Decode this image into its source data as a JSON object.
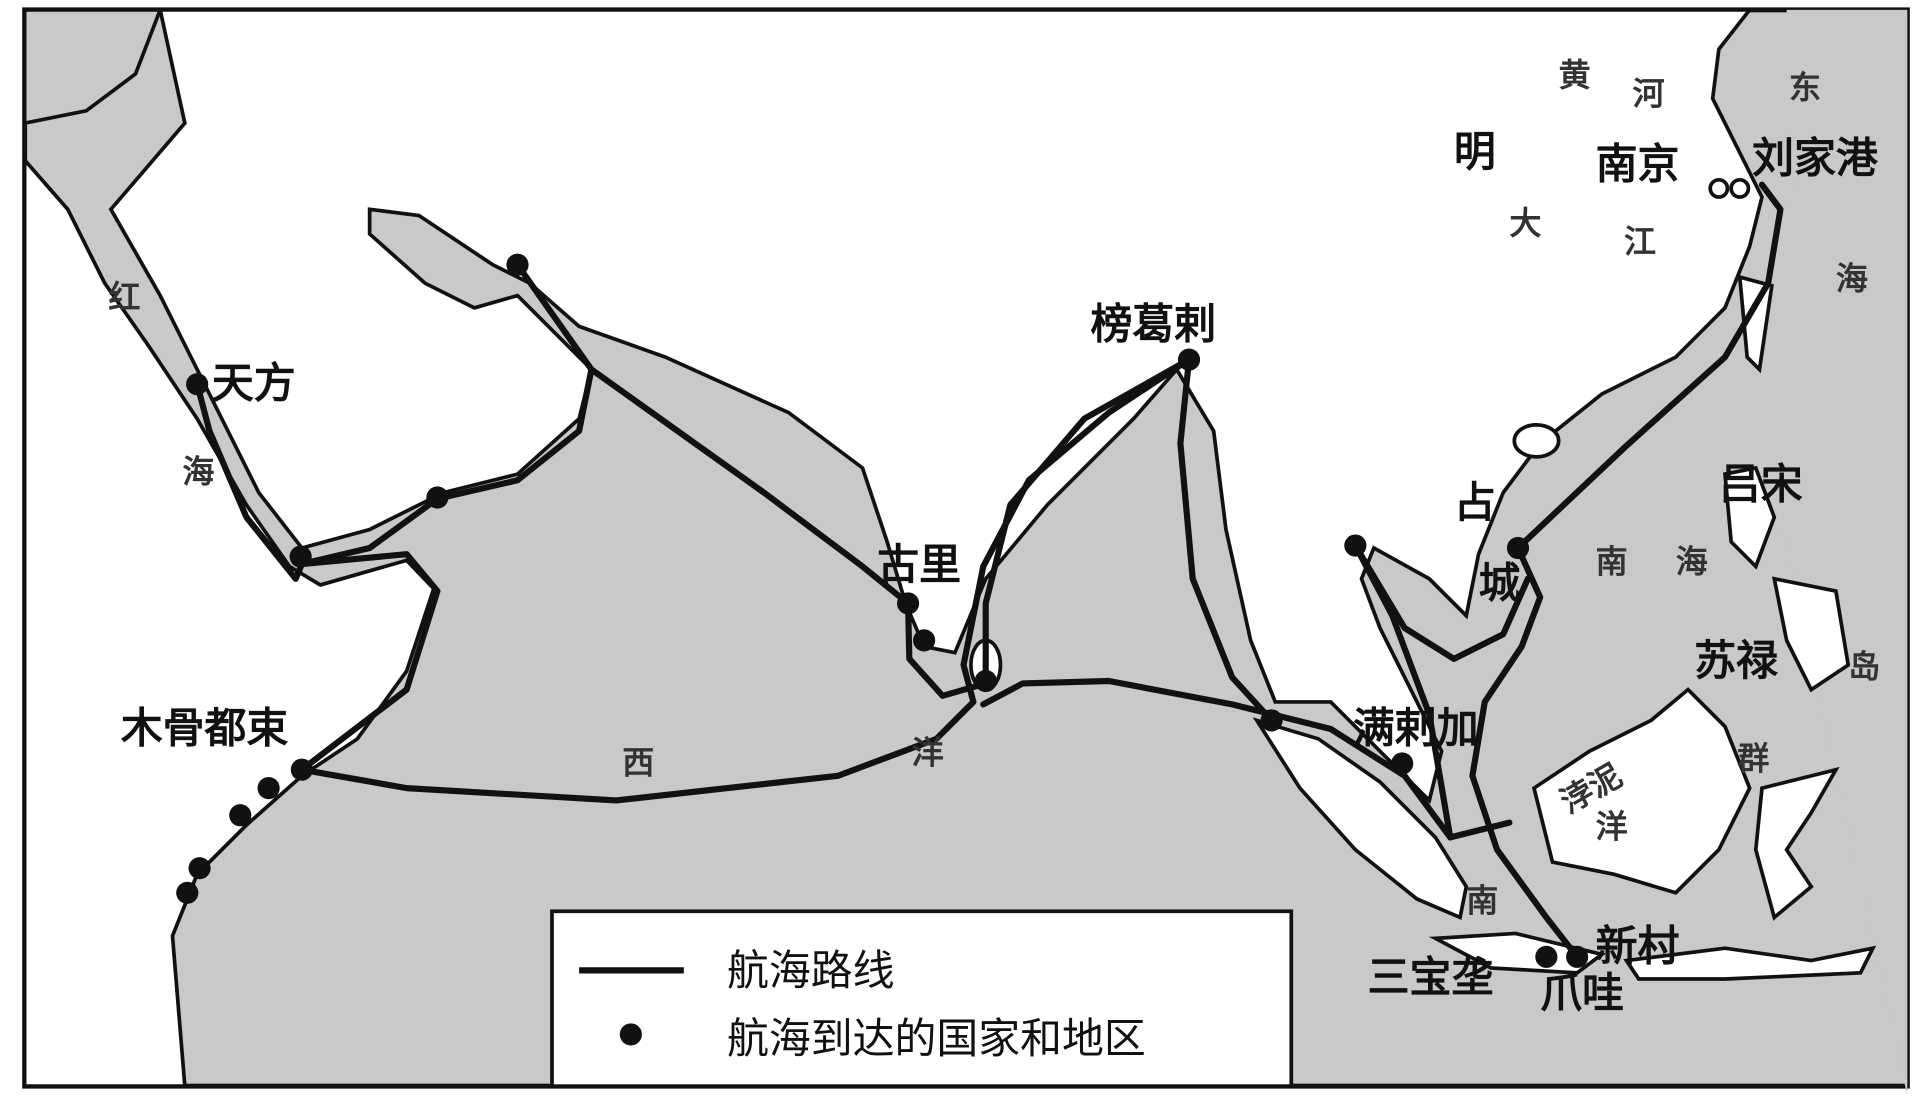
{
  "map": {
    "title": "郑和下西洋航海路线",
    "colors": {
      "sea": "#c9c9c9",
      "land": "#ffffff",
      "route": "#111111"
    },
    "places": {
      "nanjing": "南京",
      "liujiagang": "刘家港",
      "ming": "明",
      "bengal": "榜葛剌",
      "calicut": "古里",
      "mecca": "天方",
      "mogadishu": "木骨都束",
      "malacca": "满剌加",
      "champa_1": "占",
      "champa_2": "城",
      "luzon": "吕宋",
      "sulu": "苏禄",
      "brunei": "浡泥",
      "semarang": "三宝垄",
      "xincun": "新村",
      "java": "爪哇"
    },
    "water_labels": {
      "red_sea_1": "红",
      "red_sea_2": "海",
      "west_ocean_1": "西",
      "west_ocean_2": "洋",
      "south_sea_1": "南",
      "south_sea_2": "海",
      "east_sea_1": "东",
      "east_sea_2": "海",
      "yellow_river_1": "黄",
      "yellow_river_2": "河",
      "yangtze_1": "大",
      "yangtze_2": "江",
      "south_ocean_1": "南",
      "brunei_ocean": "洋",
      "islands": "群",
      "islands_2": "岛"
    },
    "legend": {
      "route_label": "航海路线",
      "dot_label": "航海到达的国家和地区"
    }
  }
}
